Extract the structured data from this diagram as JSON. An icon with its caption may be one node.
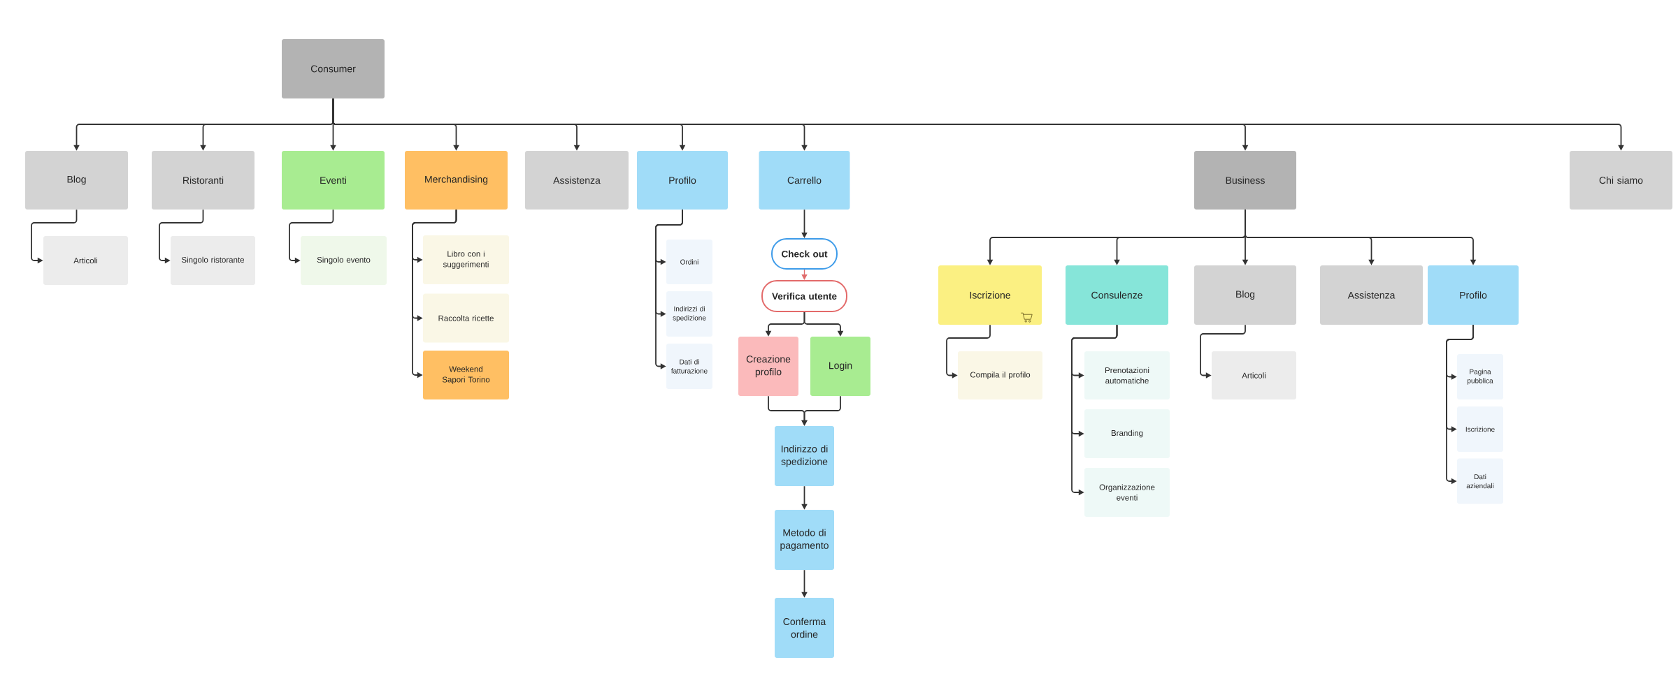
{
  "diagram": {
    "nodes": [
      {
        "text": [
          "Consumer"
        ]
      },
      {
        "text": [
          "Blog"
        ]
      },
      {
        "text": [
          "Ristoranti"
        ]
      },
      {
        "text": [
          "Eventi"
        ]
      },
      {
        "text": [
          "Merchandising"
        ]
      },
      {
        "text": [
          "Assistenza"
        ]
      },
      {
        "text": [
          "Profilo"
        ]
      },
      {
        "text": [
          "Carrello"
        ]
      },
      {
        "text": [
          "Business"
        ]
      },
      {
        "text": [
          "Chi siamo"
        ]
      },
      {
        "text": [
          "Articoli"
        ]
      },
      {
        "text": [
          "Singolo ristorante"
        ]
      },
      {
        "text": [
          "Singolo evento"
        ]
      },
      {
        "text": [
          "Libro con i suggerimenti"
        ]
      },
      {
        "text": [
          "Raccolta ricette"
        ]
      },
      {
        "text": [
          "Weekend Sapori Torino"
        ]
      },
      {
        "text": [
          "Ordini"
        ]
      },
      {
        "text": [
          "Indirizzi di spedizione"
        ]
      },
      {
        "text": [
          "Dati di fatturazione"
        ]
      },
      {
        "text": [
          "Check out"
        ]
      },
      {
        "text": [
          "Verifica utente"
        ]
      },
      {
        "text": [
          "Creazione profilo"
        ]
      },
      {
        "text": [
          "Login"
        ]
      },
      {
        "text": [
          "Indirizzo di spedizione"
        ]
      },
      {
        "text": [
          "Metodo di pagamento"
        ]
      },
      {
        "text": [
          "Conferma ordine"
        ]
      },
      {
        "text": [
          "Iscrizione"
        ]
      },
      {
        "text": [
          "Consulenze"
        ]
      },
      {
        "text": [
          "Blog"
        ]
      },
      {
        "text": [
          "Assistenza"
        ]
      },
      {
        "text": [
          "Profilo"
        ]
      },
      {
        "text": [
          "Compila il profilo"
        ]
      },
      {
        "text": [
          "Prenotazioni automatiche"
        ]
      },
      {
        "text": [
          "Branding"
        ]
      },
      {
        "text": [
          "Organizzazione eventi"
        ]
      },
      {
        "text": [
          "Articoli"
        ]
      },
      {
        "text": [
          "Pagina pubblica"
        ]
      },
      {
        "text": [
          "Iscrizione"
        ]
      },
      {
        "text": [
          "Dati aziendali"
        ]
      }
    ],
    "edges": [
      {
        "from": 0,
        "to": 1,
        "arrow": "to"
      },
      {
        "from": 0,
        "to": 2,
        "arrow": "to"
      },
      {
        "from": 0,
        "to": 3,
        "arrow": "to"
      },
      {
        "from": 0,
        "to": 4,
        "arrow": "to"
      },
      {
        "from": 0,
        "to": 5,
        "arrow": "to"
      },
      {
        "from": 0,
        "to": 6,
        "arrow": "to"
      },
      {
        "from": 0,
        "to": 7,
        "arrow": "to"
      },
      {
        "from": 0,
        "to": 8,
        "arrow": "to"
      },
      {
        "from": 0,
        "to": 9,
        "arrow": "to"
      },
      {
        "from": 1,
        "to": 10,
        "arrow": "to"
      },
      {
        "from": 2,
        "to": 11,
        "arrow": "to"
      },
      {
        "from": 3,
        "to": 12,
        "arrow": "to"
      },
      {
        "from": 4,
        "to": 13,
        "arrow": "to"
      },
      {
        "from": 4,
        "to": 14,
        "arrow": "to"
      },
      {
        "from": 4,
        "to": 15,
        "arrow": "to"
      },
      {
        "from": 6,
        "to": 16,
        "arrow": "to"
      },
      {
        "from": 6,
        "to": 17,
        "arrow": "to"
      },
      {
        "from": 6,
        "to": 18,
        "arrow": "to"
      },
      {
        "from": 7,
        "to": 19,
        "arrow": "to"
      },
      {
        "from": 19,
        "to": 20,
        "arrow": "to",
        "color": "#e06c6c"
      },
      {
        "from": 20,
        "to": 21,
        "arrow": "to"
      },
      {
        "from": 20,
        "to": 22,
        "arrow": "to"
      },
      {
        "from": 21,
        "to": 23,
        "arrow": "to"
      },
      {
        "from": 22,
        "to": 23,
        "arrow": "to"
      },
      {
        "from": 23,
        "to": 24,
        "arrow": "to"
      },
      {
        "from": 24,
        "to": 25,
        "arrow": "to"
      },
      {
        "from": 8,
        "to": 26,
        "arrow": "to"
      },
      {
        "from": 8,
        "to": 27,
        "arrow": "to"
      },
      {
        "from": 8,
        "to": 28,
        "arrow": "to"
      },
      {
        "from": 8,
        "to": 29,
        "arrow": "to"
      },
      {
        "from": 8,
        "to": 30,
        "arrow": "to"
      },
      {
        "from": 26,
        "to": 31,
        "arrow": "to"
      },
      {
        "from": 27,
        "to": 32,
        "arrow": "to"
      },
      {
        "from": 27,
        "to": 33,
        "arrow": "to"
      },
      {
        "from": 27,
        "to": 34,
        "arrow": "to"
      },
      {
        "from": 28,
        "to": 35,
        "arrow": "to"
      },
      {
        "from": 30,
        "to": 36,
        "arrow": "to"
      },
      {
        "from": 30,
        "to": 37,
        "arrow": "to"
      },
      {
        "from": 30,
        "to": 38,
        "arrow": "to"
      }
    ]
  }
}
